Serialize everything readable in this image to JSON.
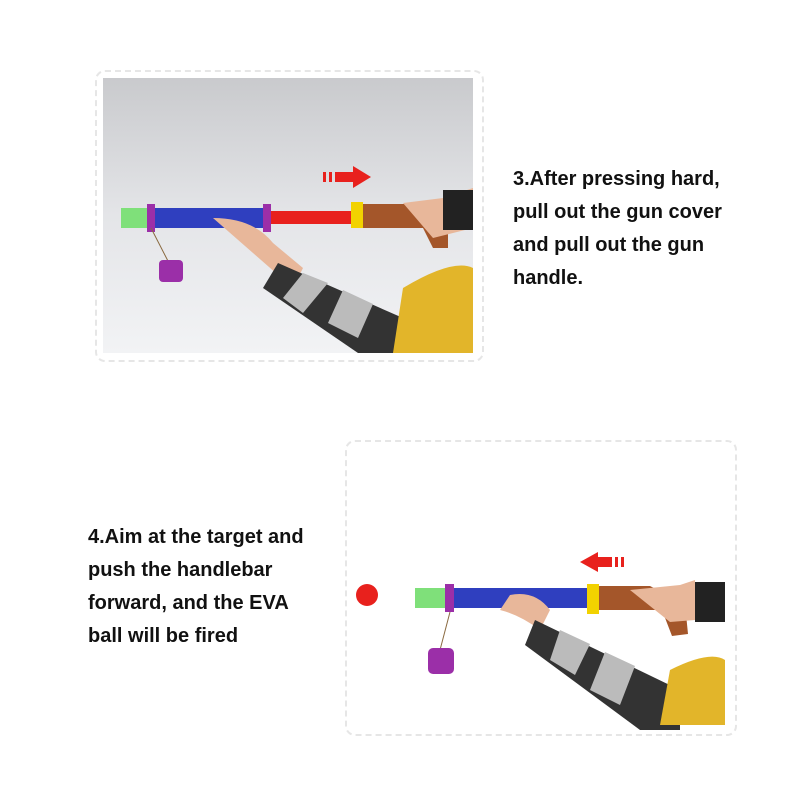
{
  "step3": {
    "lines": [
      "3.After pressing hard,",
      "pull out the gun cover",
      "and pull out the gun",
      "handle."
    ]
  },
  "step4": {
    "lines": [
      "4.Aim at the target and",
      "push the handlebar",
      "forward, and the EVA",
      "ball will be fired"
    ]
  },
  "colors": {
    "arrow": "#e8211d",
    "barrel_blue": "#2f3fbf",
    "barrel_green": "#7fe07a",
    "ring_purple": "#9b2fa8",
    "ring_yellow": "#f2d200",
    "handle_brown": "#a4562a",
    "sleeve_yellow": "#e2b52a"
  }
}
